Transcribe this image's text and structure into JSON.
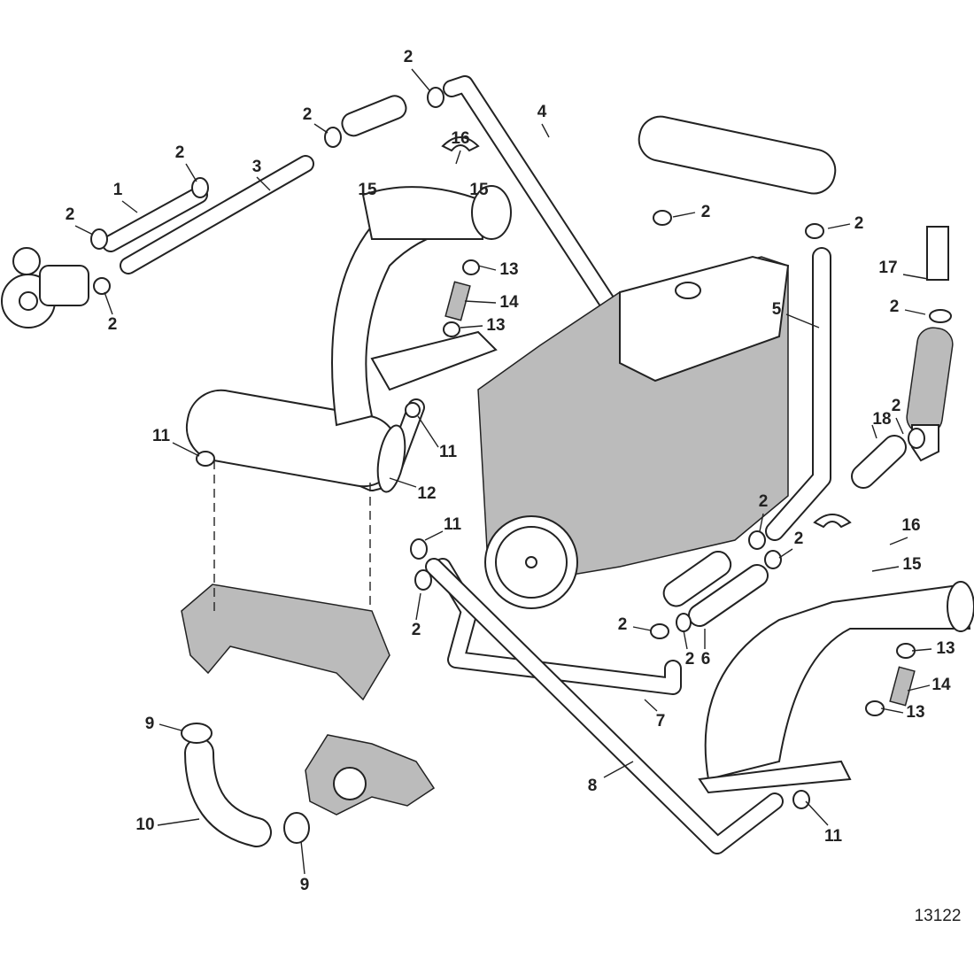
{
  "figure_number": "13122",
  "labels": [
    "2",
    "2",
    "2",
    "3",
    "1",
    "2",
    "2",
    "16",
    "15",
    "15",
    "4",
    "2",
    "2",
    "13",
    "14",
    "13",
    "17",
    "5",
    "2",
    "11",
    "11",
    "12",
    "18",
    "2",
    "11",
    "2",
    "2",
    "16",
    "15",
    "2",
    "2",
    "2",
    "6",
    "13",
    "14",
    "7",
    "13",
    "9",
    "8",
    "10",
    "11",
    "9"
  ]
}
